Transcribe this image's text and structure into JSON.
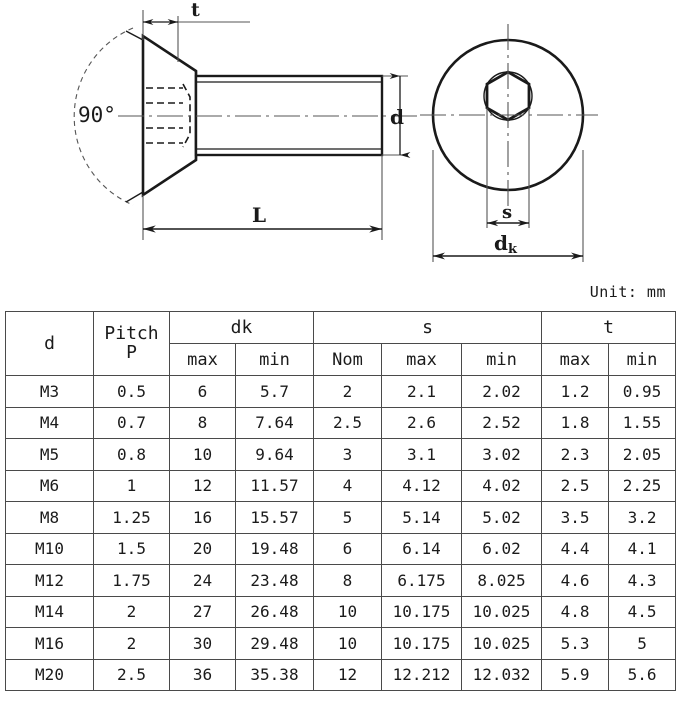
{
  "drawing": {
    "angle_label": "90°",
    "dim_t": "t",
    "dim_L": "L",
    "dim_d": "d",
    "dim_s": "s",
    "dim_dk_main": "d",
    "dim_dk_sub": "k",
    "line_color": "#1a1a1a",
    "thin_color": "#555555"
  },
  "unit_note": "Unit: mm",
  "table": {
    "groups": [
      {
        "label": "d",
        "colspan": 1,
        "rowspan": 2
      },
      {
        "label": "Pitch",
        "label2": "P",
        "colspan": 1,
        "rowspan": 2
      },
      {
        "label": "dk",
        "colspan": 2,
        "rowspan": 1
      },
      {
        "label": "s",
        "colspan": 3,
        "rowspan": 1
      },
      {
        "label": "t",
        "colspan": 2,
        "rowspan": 1
      }
    ],
    "subheaders": [
      "max",
      "min",
      "Nom",
      "max",
      "min",
      "max",
      "min"
    ],
    "columns": [
      "d",
      "Pitch P",
      "dk max",
      "dk min",
      "s Nom",
      "s max",
      "s min",
      "t max",
      "t min"
    ],
    "rows": [
      [
        "M3",
        "0.5",
        "6",
        "5.7",
        "2",
        "2.1",
        "2.02",
        "1.2",
        "0.95"
      ],
      [
        "M4",
        "0.7",
        "8",
        "7.64",
        "2.5",
        "2.6",
        "2.52",
        "1.8",
        "1.55"
      ],
      [
        "M5",
        "0.8",
        "10",
        "9.64",
        "3",
        "3.1",
        "3.02",
        "2.3",
        "2.05"
      ],
      [
        "M6",
        "1",
        "12",
        "11.57",
        "4",
        "4.12",
        "4.02",
        "2.5",
        "2.25"
      ],
      [
        "M8",
        "1.25",
        "16",
        "15.57",
        "5",
        "5.14",
        "5.02",
        "3.5",
        "3.2"
      ],
      [
        "M10",
        "1.5",
        "20",
        "19.48",
        "6",
        "6.14",
        "6.02",
        "4.4",
        "4.1"
      ],
      [
        "M12",
        "1.75",
        "24",
        "23.48",
        "8",
        "6.175",
        "8.025",
        "4.6",
        "4.3"
      ],
      [
        "M14",
        "2",
        "27",
        "26.48",
        "10",
        "10.175",
        "10.025",
        "4.8",
        "4.5"
      ],
      [
        "M16",
        "2",
        "30",
        "29.48",
        "10",
        "10.175",
        "10.025",
        "5.3",
        "5"
      ],
      [
        "M20",
        "2.5",
        "36",
        "35.38",
        "12",
        "12.212",
        "12.032",
        "5.9",
        "5.6"
      ]
    ]
  }
}
